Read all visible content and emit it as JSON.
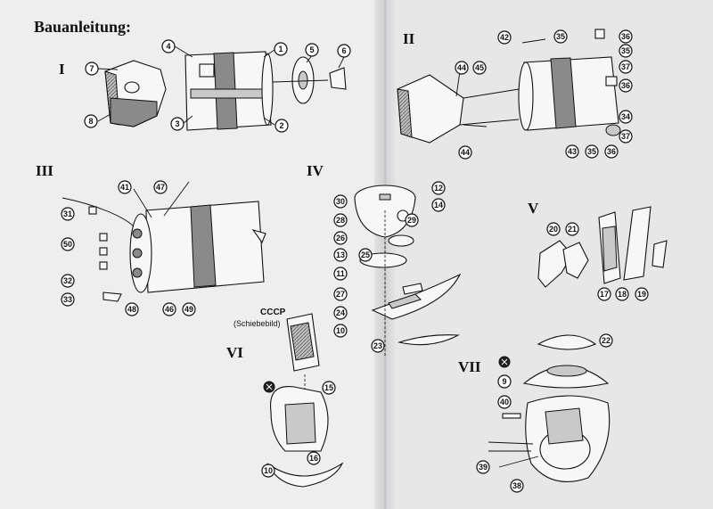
{
  "title": "Bauanleitung:",
  "steps": {
    "I": "I",
    "II": "II",
    "III": "III",
    "IV": "IV",
    "V": "V",
    "VI": "VI",
    "VII": "VII"
  },
  "decal": {
    "label": "CCCP",
    "note": "(Schiebebild)"
  },
  "callouts": {
    "s1": [
      "1",
      "2",
      "3",
      "4",
      "5",
      "6",
      "7",
      "8"
    ],
    "s2": [
      "42",
      "35",
      "36",
      "35",
      "37",
      "36",
      "44",
      "45",
      "34",
      "37",
      "43",
      "35",
      "36",
      "44"
    ],
    "s3": [
      "41",
      "47",
      "31",
      "50",
      "32",
      "33",
      "48",
      "46",
      "49"
    ],
    "s4": [
      "30",
      "12",
      "14",
      "28",
      "29",
      "26",
      "13",
      "25",
      "11",
      "27",
      "24",
      "10",
      "23"
    ],
    "s5": [
      "20",
      "21",
      "17",
      "18",
      "19"
    ],
    "s6": [
      "15",
      "16",
      "10"
    ],
    "s7": [
      "22",
      "9",
      "40",
      "39",
      "38"
    ]
  }
}
